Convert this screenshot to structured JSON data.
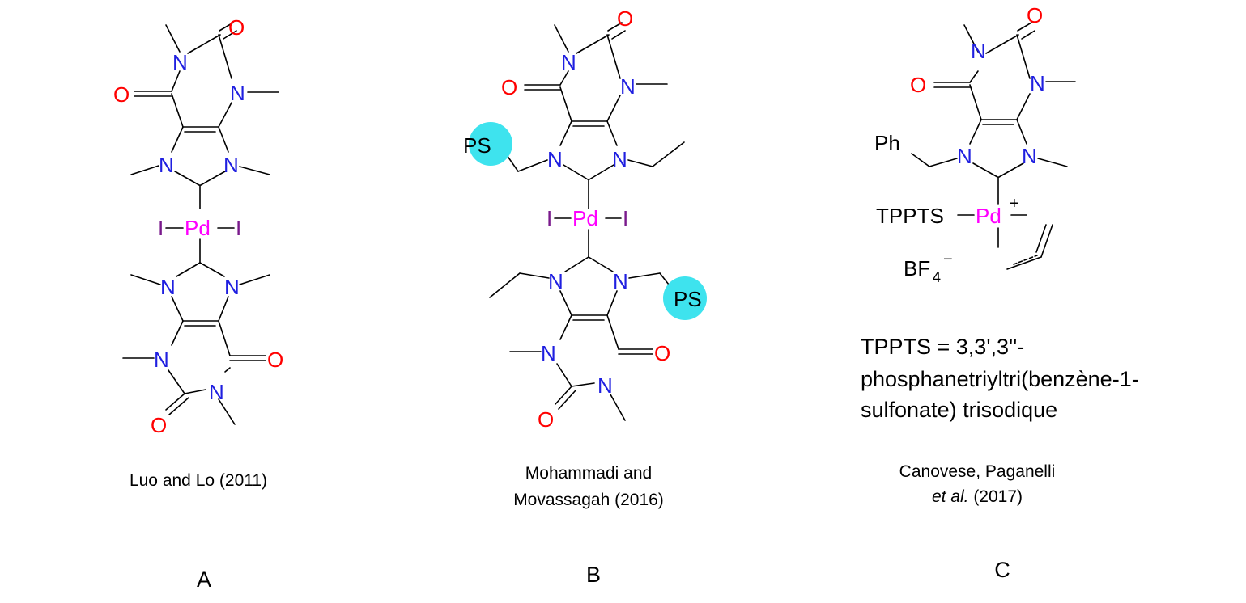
{
  "colors": {
    "nitrogen": "#1f1fe0",
    "oxygen": "#ff0000",
    "palladium": "#ff00ff",
    "iodine": "#7a1a8c",
    "carbon_label": "#000000",
    "ps_bead": "#3ee3ee",
    "bond": "#000000"
  },
  "atoms": {
    "nitrogen": "N",
    "oxygen": "O",
    "palladium": "Pd",
    "iodine": "I",
    "polystyrene": "PS",
    "phenyl": "Ph",
    "tppts": "TPPTS",
    "plus_charge": "+",
    "bf4": "BF",
    "bf4_subscript": "4",
    "bf4_charge": "−"
  },
  "panels": {
    "A": {
      "letter": "A",
      "citation": "Luo and Lo (2011)"
    },
    "B": {
      "letter": "B",
      "citation_line1": "Mohammadi and",
      "citation_line2": "Movassagah (2016)"
    },
    "C": {
      "letter": "C",
      "citation_line1": "Canovese, Paganelli",
      "citation_line2_italic": "et al.",
      "citation_line2_rest": " (2017)",
      "definition_line1": "TPPTS = 3,3',3''-",
      "definition_line2": "phosphanetriyltri(benzène-1-",
      "definition_line3": "sulfonate) trisodique"
    }
  }
}
